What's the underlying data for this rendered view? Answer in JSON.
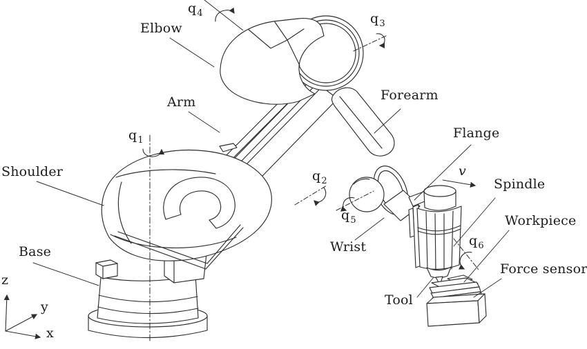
{
  "figure": {
    "kind": "six-axis industrial robot manipulator line diagram with milling spindle",
    "background_color": "#ffffff",
    "line_color": "#2e2e2e",
    "text_color": "#1c1c1c"
  },
  "part_labels": {
    "elbow": "Elbow",
    "arm": "Arm",
    "shoulder": "Shoulder",
    "base": "Base",
    "forearm": "Forearm",
    "flange": "Flange",
    "spindle": "Spindle",
    "workpiece": "Workpiece",
    "force_sensor": "Force sensor",
    "wrist": "Wrist",
    "tool": "Tool"
  },
  "joint_labels": [
    {
      "symbol": "q",
      "subscript": "1"
    },
    {
      "symbol": "q",
      "subscript": "2"
    },
    {
      "symbol": "q",
      "subscript": "3"
    },
    {
      "symbol": "q",
      "subscript": "4"
    },
    {
      "symbol": "q",
      "subscript": "5"
    },
    {
      "symbol": "q",
      "subscript": "6"
    }
  ],
  "velocity_label": "v",
  "axes_labels": {
    "x": "x",
    "y": "y",
    "z": "z"
  }
}
